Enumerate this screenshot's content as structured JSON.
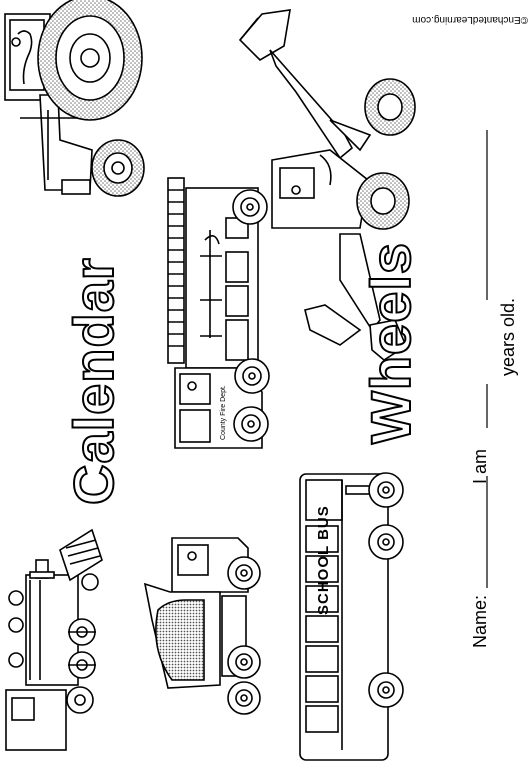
{
  "title": {
    "line1": "Wheels",
    "line2": "Calendar"
  },
  "footer": {
    "name_label": "Name:",
    "age_prefix": "I am",
    "age_suffix": "years old."
  },
  "credit": "©EnchantedLearning.com",
  "vehicles": {
    "bus_label": "SCHOOL BUS",
    "firetruck_label": "County Fire Dept."
  }
}
